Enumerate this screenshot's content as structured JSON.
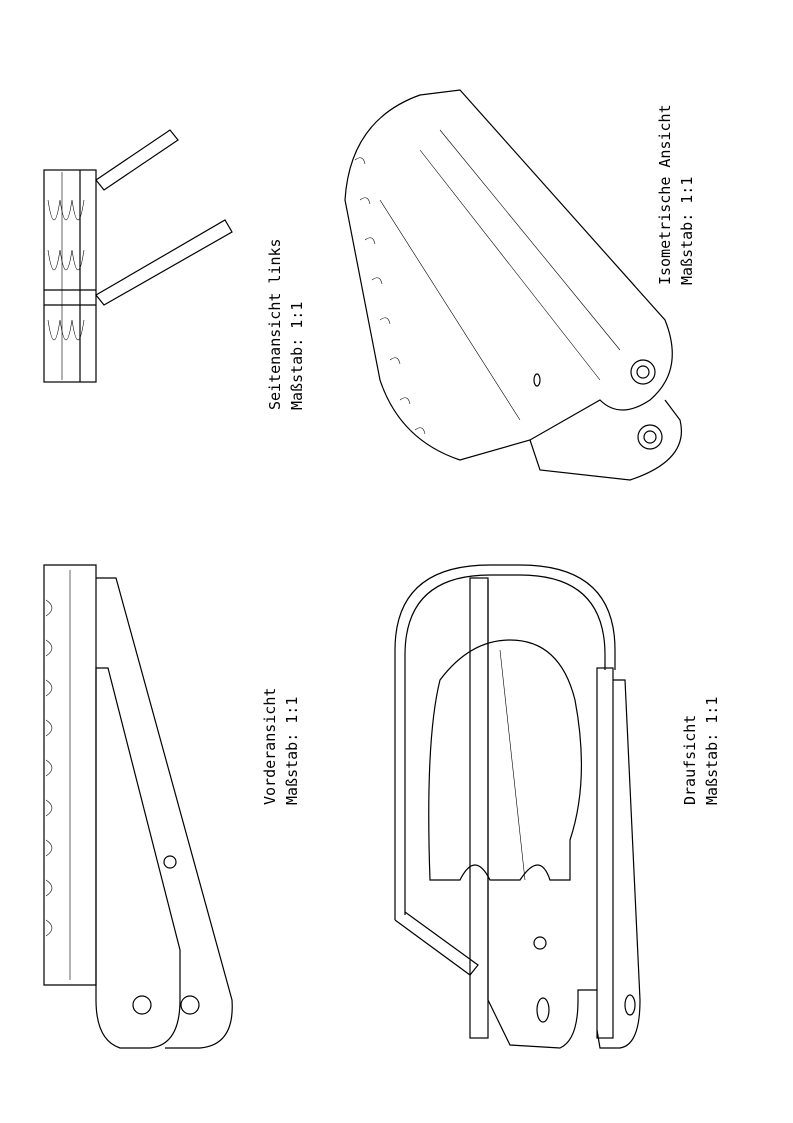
{
  "views": [
    {
      "id": "side",
      "title": "Seitenansicht links",
      "scale": "Maßstab:  1:1"
    },
    {
      "id": "iso",
      "title": "Isometrische Ansicht",
      "scale": "Maßstab:  1:1"
    },
    {
      "id": "front",
      "title": "Vorderansicht",
      "scale": "Maßstab:  1:1"
    },
    {
      "id": "top",
      "title": "Draufsicht",
      "scale": "Maßstab:  1:1"
    }
  ]
}
